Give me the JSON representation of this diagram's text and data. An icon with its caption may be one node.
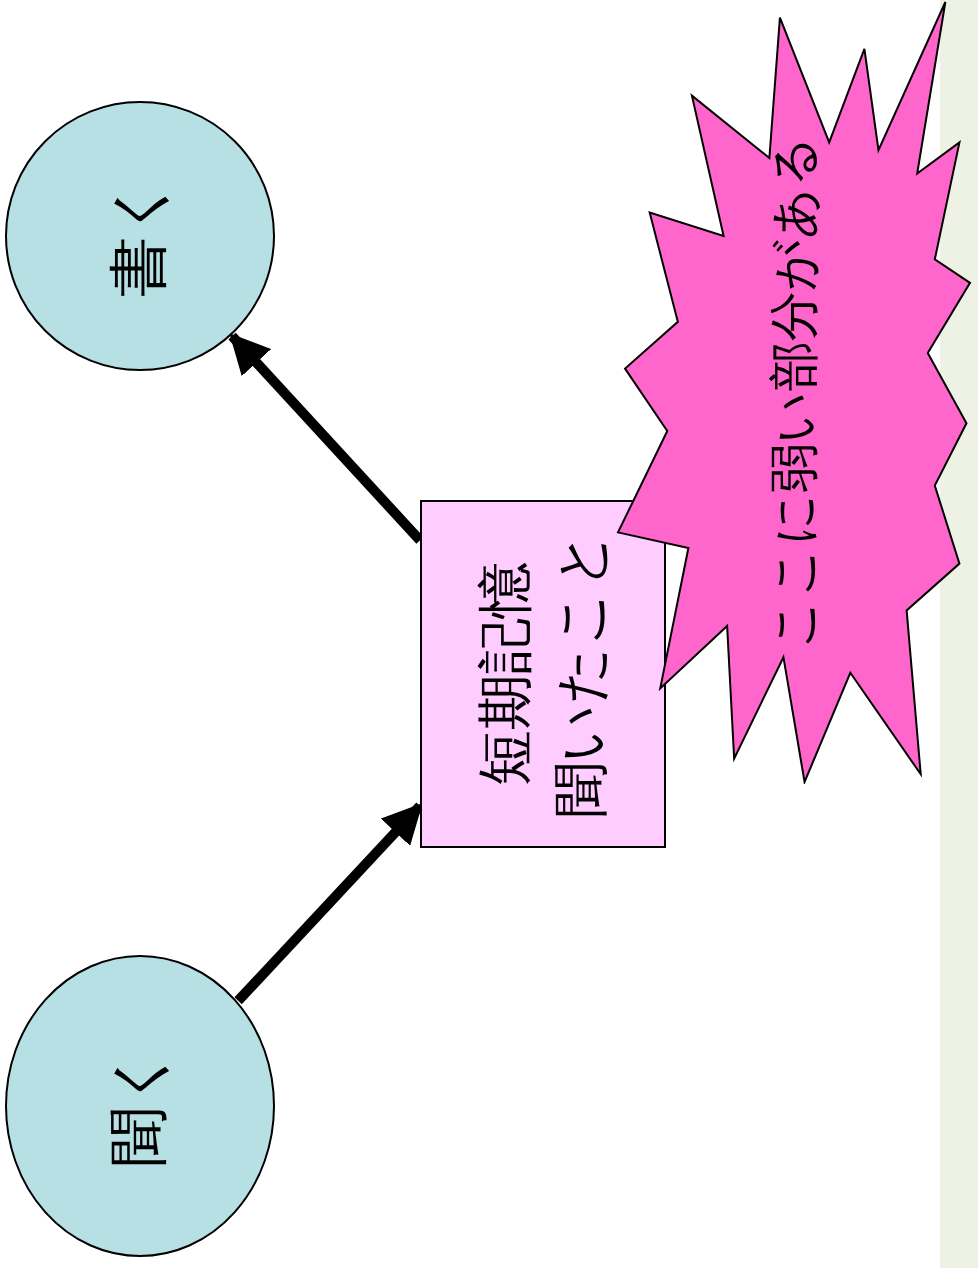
{
  "diagram": {
    "nodes": [
      {
        "text": [
          "書く"
        ]
      },
      {
        "text": [
          "短期記憶",
          "聞いたこと"
        ]
      },
      {
        "text": [
          "ここに弱い部分がある"
        ]
      },
      {
        "text": [
          "聞く"
        ]
      }
    ],
    "edges": [
      {
        "from": 1,
        "to": 0,
        "arrow": "to"
      },
      {
        "from": 3,
        "to": 1,
        "arrow": "to"
      }
    ]
  }
}
